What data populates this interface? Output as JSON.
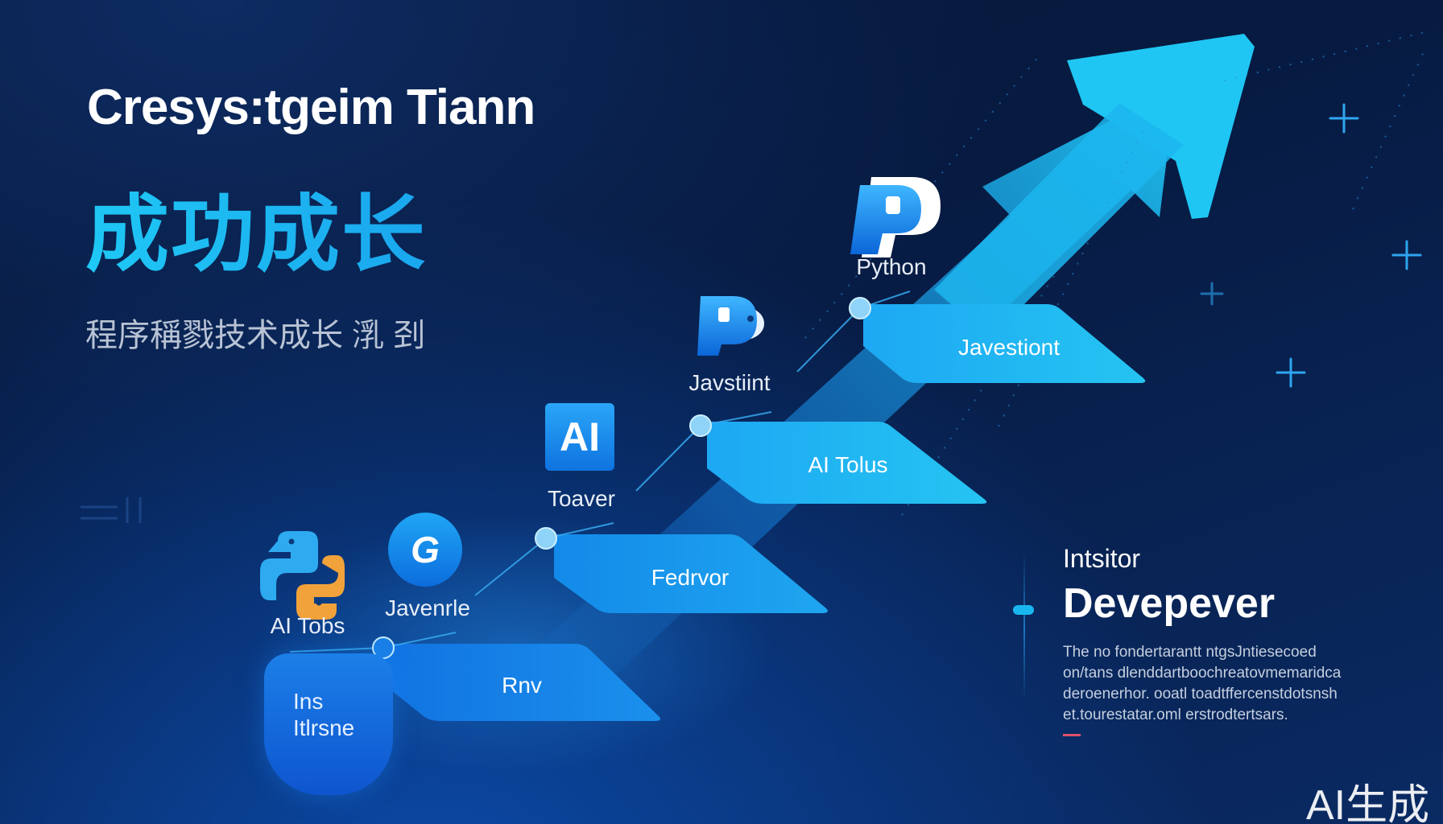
{
  "header": {
    "title_en": "Cresys:tgeim Tiann",
    "title_zh": "成功成长",
    "subtitle_zh": "程序稱戮技术成长 㳶 刭"
  },
  "steps": [
    {
      "label": "Javestiont"
    },
    {
      "label": "AI Tolus"
    },
    {
      "label": "Fedrvor"
    },
    {
      "label": "Rnv"
    }
  ],
  "icons": [
    {
      "name": "python-p-icon",
      "label": "Python"
    },
    {
      "name": "javascript-p-icon",
      "label": "Javstiint"
    },
    {
      "name": "ai-badge-icon",
      "text": "AI",
      "label": "Toaver"
    },
    {
      "name": "javenrle-circle-icon",
      "text": "G",
      "label": "Javenrle"
    },
    {
      "name": "python-snake-icon",
      "label": "AI Tobs"
    }
  ],
  "base_box": {
    "line1": "Ins",
    "line2": "Itlrsne"
  },
  "side_panel": {
    "small_title": "Intsitor",
    "big_title": "Devepever",
    "description": "The no fondertarantt ntgsJntiesecoed on/tans dlenddartboochreatovmemaridca deroenerhor. ooatl toadtffercenstdotsnsh et.tourestatar.oml erstrodtertsars."
  },
  "watermark": "AI生成",
  "colors": {
    "background": "#081a3d",
    "accent_cyan": "#1fc8f5",
    "accent_blue": "#0e55cf",
    "text_white": "#ffffff"
  }
}
